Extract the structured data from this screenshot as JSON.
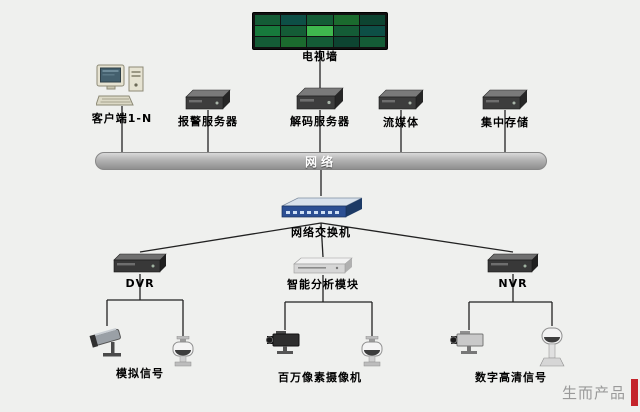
{
  "nodes": {
    "tv_wall": {
      "label": "电视墙"
    },
    "client": {
      "label": "客户端1-N"
    },
    "alarm_server": {
      "label": "报警服务器"
    },
    "decode_server": {
      "label": "解码服务器"
    },
    "stream_media": {
      "label": "流媒体"
    },
    "central_storage": {
      "label": "集中存储"
    },
    "network": {
      "label": "网络"
    },
    "switch": {
      "label": "网络交换机"
    },
    "dvr": {
      "label": "DVR"
    },
    "analysis_module": {
      "label": "智能分析模块"
    },
    "nvr": {
      "label": "NVR"
    },
    "analog_signal": {
      "label": "模拟信号"
    },
    "megapixel_camera": {
      "label": "百万像素摄像机"
    },
    "digital_hd": {
      "label": "数字高清信号"
    }
  },
  "watermark": {
    "text": "生而产品",
    "bar_color": "#c4242b"
  },
  "colors": {
    "background": "#eff0ee",
    "line": "#222222",
    "network_bar": "#a8a8a8",
    "switch_front": "#2c4f93",
    "tv_screen_green": "#3fb84e"
  }
}
